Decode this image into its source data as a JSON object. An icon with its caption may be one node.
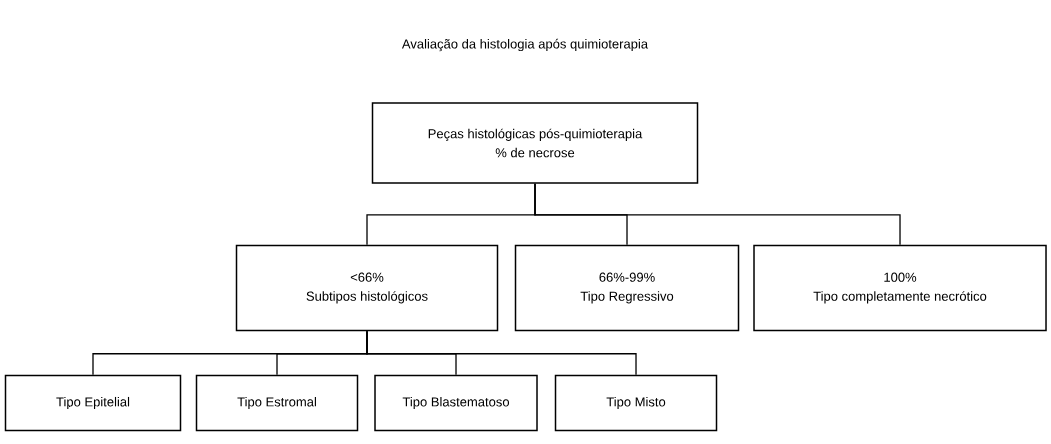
{
  "diagram": {
    "title": "Avaliação da histologia após quimioterapia",
    "nodes": [
      {
        "text": [
          "Peças histológicas pós-quimioterapia",
          "% de necrose"
        ]
      },
      {
        "text": [
          "<66%",
          "Subtipos histológicos"
        ]
      },
      {
        "text": [
          "66%-99%",
          "Tipo Regressivo"
        ]
      },
      {
        "text": [
          "100%",
          "Tipo completamente necrótico"
        ]
      },
      {
        "text": [
          "Tipo Epitelial"
        ]
      },
      {
        "text": [
          "Tipo Estromal"
        ]
      },
      {
        "text": [
          "Tipo Blastematoso"
        ]
      },
      {
        "text": [
          "Tipo Misto"
        ]
      }
    ],
    "edges": [
      {
        "from": 0,
        "to": 1,
        "arrow": "none"
      },
      {
        "from": 0,
        "to": 2,
        "arrow": "none"
      },
      {
        "from": 0,
        "to": 3,
        "arrow": "none"
      },
      {
        "from": 1,
        "to": 4,
        "arrow": "none"
      },
      {
        "from": 1,
        "to": 5,
        "arrow": "none"
      },
      {
        "from": 1,
        "to": 6,
        "arrow": "none"
      },
      {
        "from": 1,
        "to": 7,
        "arrow": "none"
      }
    ]
  }
}
